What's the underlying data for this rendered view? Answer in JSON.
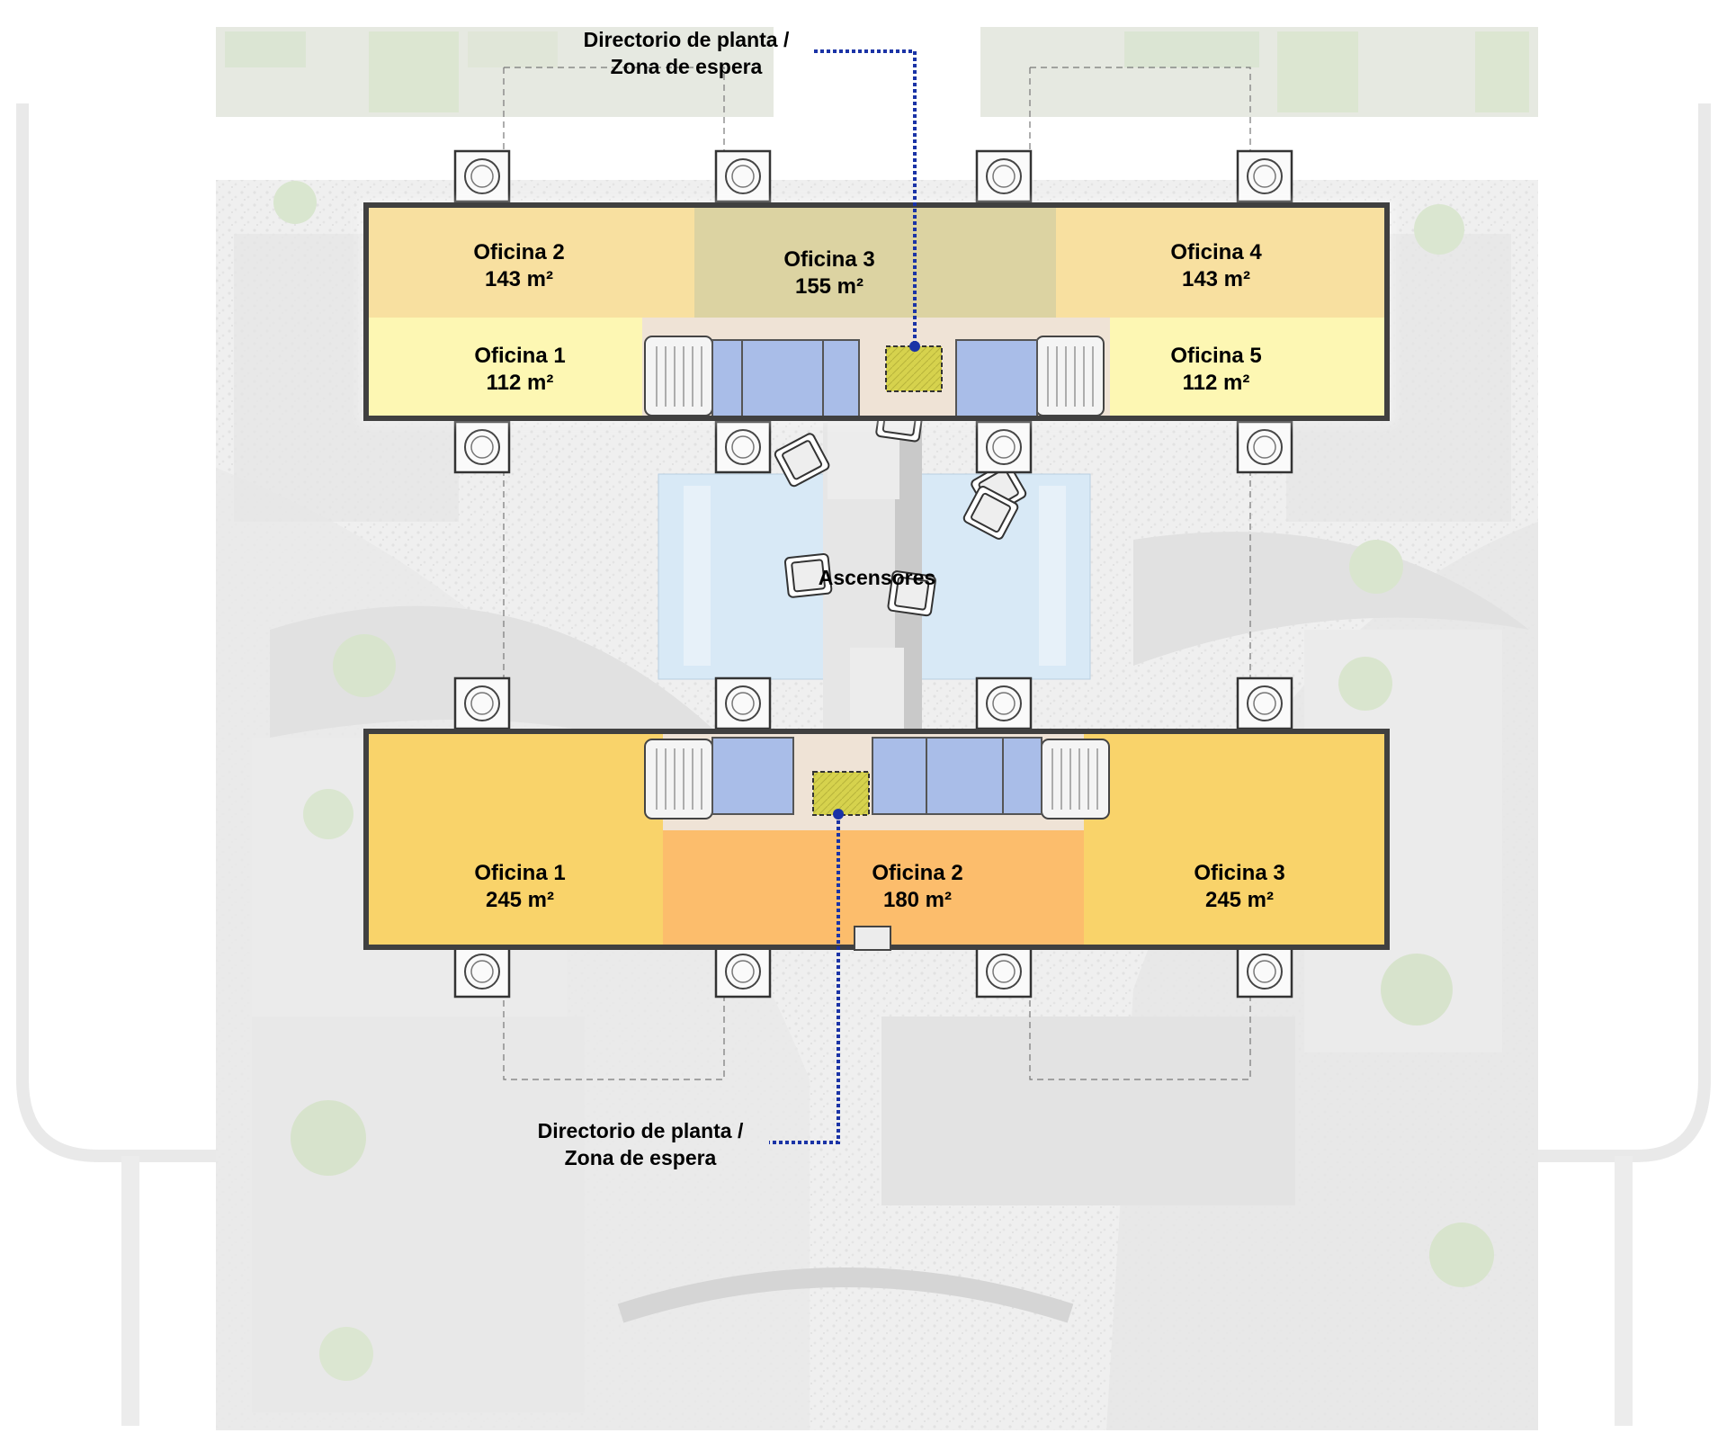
{
  "upper_wing": {
    "rooms": [
      {
        "name": "Oficina 2",
        "area": "143 m²",
        "color": "#f8e0a0"
      },
      {
        "name": "Oficina 3",
        "area": "155 m²",
        "color": "#dcd3a2"
      },
      {
        "name": "Oficina 4",
        "area": "143 m²",
        "color": "#f8e0a0"
      },
      {
        "name": "Oficina 1",
        "area": "112 m²",
        "color": "#fdf7b3"
      },
      {
        "name": "Oficina 5",
        "area": "112 m²",
        "color": "#fdf7b3"
      }
    ],
    "callout": {
      "line1": "Directorio de planta /",
      "line2": "Zona de espera"
    }
  },
  "lower_wing": {
    "rooms": [
      {
        "name": "Oficina 1",
        "area": "245 m²",
        "color": "#f9d36a"
      },
      {
        "name": "Oficina 2",
        "area": "180 m²",
        "color": "#fcbd6c"
      },
      {
        "name": "Oficina 3",
        "area": "245 m²",
        "color": "#f9d36a"
      }
    ],
    "callout": {
      "line1": "Directorio de planta /",
      "line2": "Zona de espera"
    }
  },
  "core": {
    "label": "Ascensores"
  },
  "colors": {
    "service_blue": "#a9bde8",
    "atrium_blue": "#d8e9f6",
    "lobby_beige": "#efe3d6",
    "directory_yellow": "#d6d24d",
    "callout_line": "#1a33a6",
    "wall": "#404040"
  }
}
